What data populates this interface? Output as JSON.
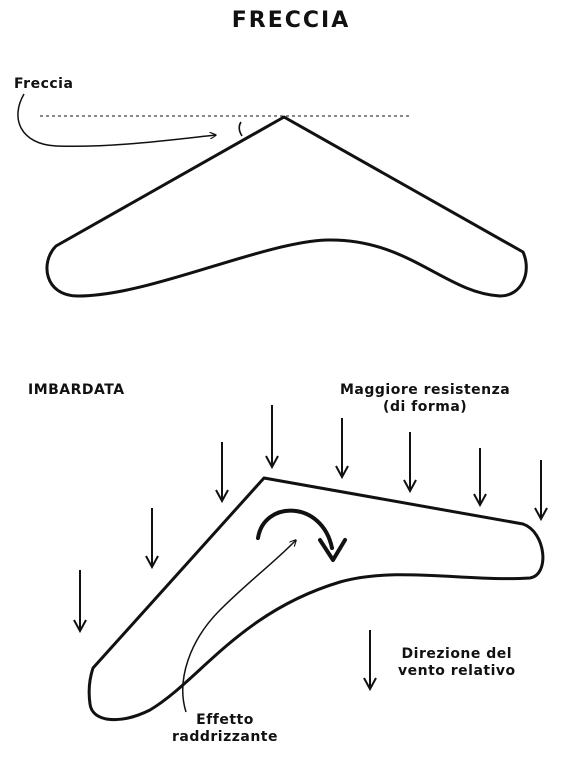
{
  "title": "FRECCIA",
  "top_diagram": {
    "label": "Freccia"
  },
  "bottom_diagram": {
    "label": "IMBARDATA",
    "resistance_label_line1": "Maggiore resistenza",
    "resistance_label_line2": "(di forma)",
    "wind_label_line1": "Direzione del",
    "wind_label_line2": "vento relativo",
    "effect_label_line1": "Effetto",
    "effect_label_line2": "raddrizzante"
  },
  "colors": {
    "ink": "#111111",
    "background": "#ffffff"
  }
}
